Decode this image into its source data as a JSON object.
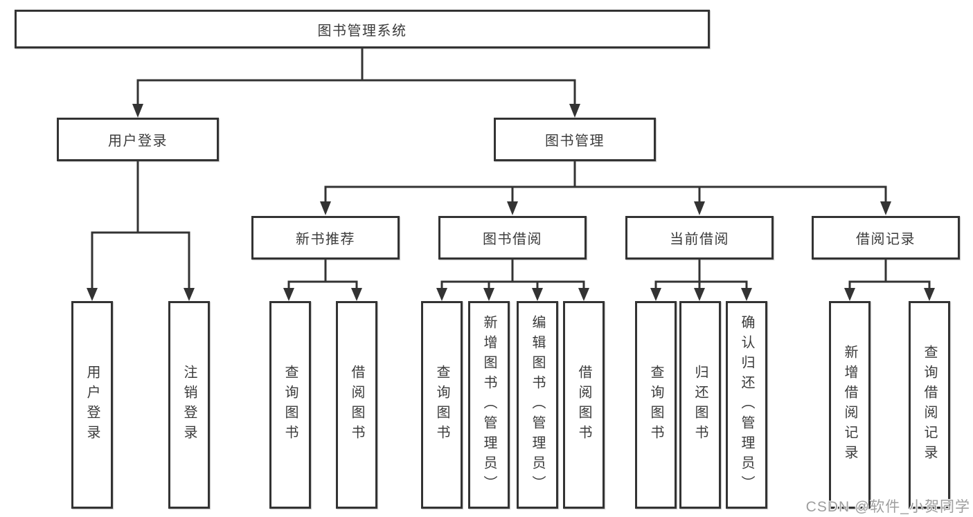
{
  "diagram": {
    "root": {
      "label": "图书管理系统"
    },
    "branches": [
      {
        "label": "用户登录",
        "children": [
          {
            "label": "用户登录"
          },
          {
            "label": "注销登录"
          }
        ]
      },
      {
        "label": "图书管理",
        "children": [
          {
            "label": "新书推荐",
            "children": [
              {
                "label": "查询图书"
              },
              {
                "label": "借阅图书"
              }
            ]
          },
          {
            "label": "图书借阅",
            "children": [
              {
                "label": "查询图书"
              },
              {
                "label": "新增图书（管理员）"
              },
              {
                "label": "编辑图书（管理员）"
              },
              {
                "label": "借阅图书"
              }
            ]
          },
          {
            "label": "当前借阅",
            "children": [
              {
                "label": "查询图书"
              },
              {
                "label": "归还图书"
              },
              {
                "label": "确认归还（管理员）"
              }
            ]
          },
          {
            "label": "借阅记录",
            "children": [
              {
                "label": "新增借阅记录"
              },
              {
                "label": "查询借阅记录"
              }
            ]
          }
        ]
      }
    ]
  },
  "watermark": "CSDN @软件_小贺同学",
  "colors": {
    "line": "#333333",
    "text": "#3b3b3b",
    "watermark": "#9e9e9e",
    "background": "#ffffff"
  }
}
